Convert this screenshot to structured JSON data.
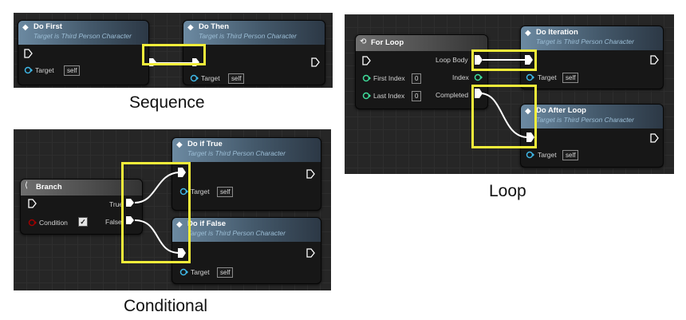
{
  "sequence": {
    "caption": "Sequence",
    "first_node": {
      "title": "Do First",
      "subtitle": "Target is Third Person Character",
      "target_label": "Target",
      "target_value": "self"
    },
    "then_node": {
      "title": "Do Then",
      "subtitle": "Target is Third Person Character",
      "target_label": "Target",
      "target_value": "self"
    }
  },
  "conditional": {
    "caption": "Conditional",
    "branch_node": {
      "title": "Branch",
      "condition_label": "Condition",
      "condition_checked": "✓",
      "true_label": "True",
      "false_label": "False"
    },
    "true_node": {
      "title": "Do if True",
      "subtitle": "Target is Third Person Character",
      "target_label": "Target",
      "target_value": "self"
    },
    "false_node": {
      "title": "Do if False",
      "subtitle": "Target is Third Person Character",
      "target_label": "Target",
      "target_value": "self"
    }
  },
  "loop": {
    "caption": "Loop",
    "for_loop_node": {
      "title": "For Loop",
      "first_index_label": "First Index",
      "first_index_value": "0",
      "last_index_label": "Last Index",
      "last_index_value": "0",
      "loop_body_label": "Loop Body",
      "index_label": "Index",
      "completed_label": "Completed"
    },
    "iteration_node": {
      "title": "Do Iteration",
      "subtitle": "Target is Third Person Character",
      "target_label": "Target",
      "target_value": "self"
    },
    "after_node": {
      "title": "Do After Loop",
      "subtitle": "Target is Third Person Character",
      "target_label": "Target",
      "target_value": "self"
    }
  },
  "colors": {
    "highlight": "#f3ee3a",
    "object_pin": "#3fb7e6",
    "int_pin": "#3fdc9a",
    "bool_pin": "#a00000",
    "exec_pin": "#ffffff"
  }
}
